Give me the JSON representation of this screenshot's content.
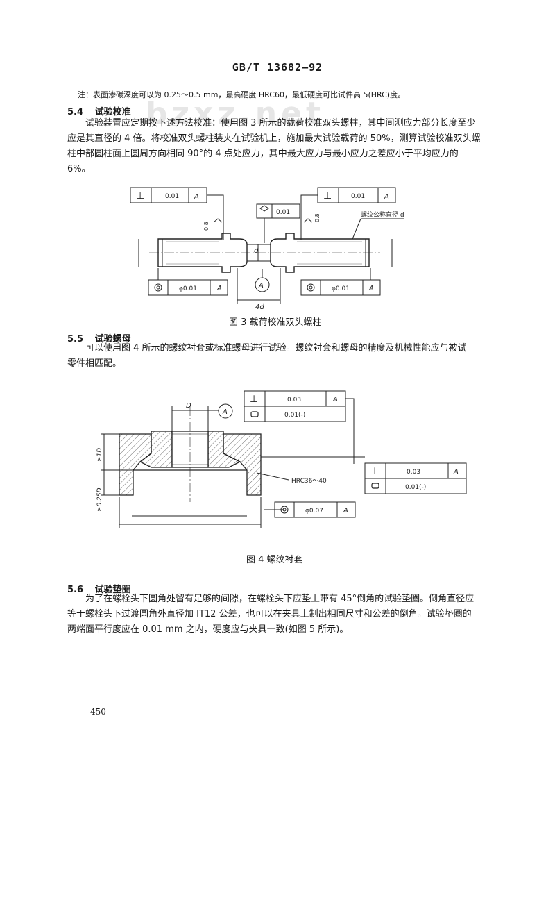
{
  "header": {
    "standard_no": "GB/T 13682—92"
  },
  "watermark": "bzxz.net",
  "note": "注：表面渗碳深度可以为 0.25～0.5 mm，最高硬度 HRC60，最低硬度可比试件高 5(HRC)度。",
  "s54": {
    "number": "5.4",
    "title": "试验校准",
    "lines": [
      "试验装置应定期按下述方法校准：使用图 3 所示的载荷校准双头螺柱，其中间测应力部分长度至少",
      "应是其直径的 4 倍。将校准双头螺柱装夹在试验机上，施加最大试验载荷的 50%，测算试验校准双头螺",
      "柱中部圆柱面上圆周方向相同 90°的 4 点处应力，其中最大应力与最小应力之差应小于平均应力的",
      "6%。"
    ]
  },
  "fig3": {
    "caption": "图 3    载荷校准双头螺柱",
    "perp_symbol": "⊥",
    "perp_tol": "0.01",
    "datum": "A",
    "cyl_tol": "0.01",
    "conc_tol": "φ0.01",
    "roughness": "0.8",
    "thread_label": "螺纹公称直径 d",
    "dim_d": "d",
    "dim_4d": "4d"
  },
  "s55": {
    "number": "5.5",
    "title": "试验螺母",
    "lines": [
      "可以使用图 4 所示的螺纹衬套或标准螺母进行试验。螺纹衬套和螺母的精度及机械性能应与被试",
      "零件相匹配。"
    ]
  },
  "fig4": {
    "caption": "图 4    螺纹衬套",
    "perp_tol": "0.03",
    "flat_tol": "0.01(-)",
    "datum": "A",
    "conc_tol": "φ0.07",
    "dim_D": "D",
    "dim_1D": "≥1D",
    "dim_025D": "≥0.25D",
    "hardness": "HRC36～40"
  },
  "s56": {
    "number": "5.6",
    "title": "试验垫圈",
    "lines": [
      "为了在螺栓头下圆角处留有足够的间隙，在螺栓头下应垫上带有 45°倒角的试验垫圈。倒角直径应",
      "等于螺栓头下过渡圆角外直径加 IT12 公差，也可以在夹具上制出相同尺寸和公差的倒角。试验垫圈的",
      "两端面平行度应在 0.01 mm 之内，硬度应与夹具一致(如图 5 所示)。"
    ]
  },
  "page_number": "450"
}
